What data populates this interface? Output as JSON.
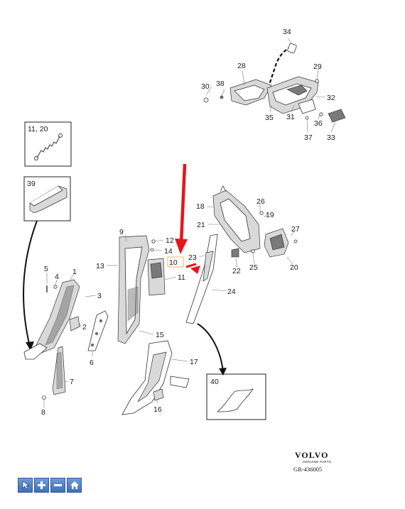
{
  "diagram": {
    "callouts": [
      "1",
      "2",
      "3",
      "4",
      "5",
      "6",
      "7",
      "8",
      "9",
      "10",
      "11",
      "12",
      "13",
      "14",
      "15",
      "16",
      "17",
      "18",
      "19",
      "20",
      "21",
      "22",
      "23",
      "24",
      "25",
      "26",
      "27",
      "28",
      "29",
      "30",
      "31",
      "32",
      "33",
      "34",
      "35",
      "36",
      "37",
      "38"
    ],
    "insets": {
      "inset_11_20": "11, 20",
      "inset_39": "39",
      "inset_40": "40"
    },
    "highlight_part": "10",
    "highlight_color": "#e8a23a",
    "arrow_color": "#e8141b"
  },
  "footer": {
    "brand": "VOLVO",
    "brand_sub": "GENUINE PARTS",
    "ref": "GR-436005"
  },
  "toolbar": {
    "buttons": [
      {
        "name": "pointer",
        "icon": "cursor-icon"
      },
      {
        "name": "zoom-in",
        "icon": "plus-icon"
      },
      {
        "name": "zoom-out",
        "icon": "minus-icon"
      },
      {
        "name": "home",
        "icon": "home-icon"
      }
    ]
  }
}
